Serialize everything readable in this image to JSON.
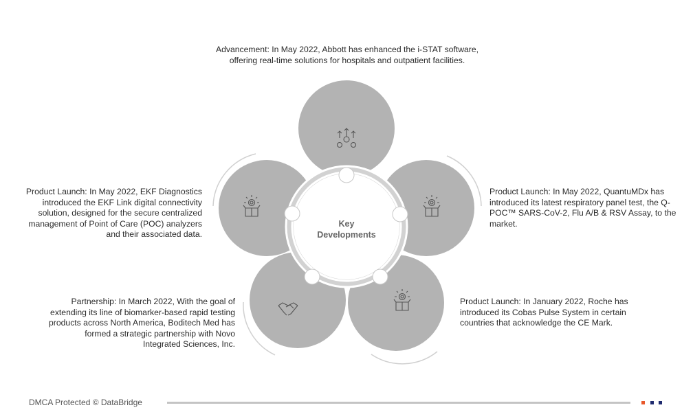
{
  "center": {
    "title_line1": "Key",
    "title_line2": "Developments"
  },
  "developments": [
    {
      "id": "top",
      "icon": "growth-gears-icon",
      "text": "Advancement: In May 2022, Abbott has enhanced the i-STAT software, offering real-time solutions for hospitals and outpatient facilities."
    },
    {
      "id": "right",
      "icon": "product-box-bulb-icon",
      "text": "Product Launch: In May 2022, QuantuMDx has introduced its latest respiratory panel test, the Q-POC™ SARS-CoV-2, Flu A/B & RSV Assay, to the market."
    },
    {
      "id": "bottom-right",
      "icon": "product-box-bulb-icon",
      "text": "Product Launch: In January 2022, Roche has introduced its Cobas Pulse System in certain countries that acknowledge the CE Mark."
    },
    {
      "id": "bottom-left",
      "icon": "handshake-icon",
      "text": "Partnership: In March 2022, With the goal of extending its line of biomarker-based rapid testing products across North America, Boditech Med has formed a strategic partnership with Novo Integrated Sciences, Inc."
    },
    {
      "id": "left",
      "icon": "product-box-bulb-icon",
      "text": "Product Launch: In May 2022, EKF Diagnostics introduced the EKF Link digital connectivity solution, designed for the secure centralized management of Point of Care (POC) analyzers and their associated data."
    }
  ],
  "footer": {
    "text": "DMCA Protected © DataBridge"
  },
  "colors": {
    "circle": "#b3b3b3",
    "ring": "#d2d2d2",
    "accent_orange": "#e8572a",
    "accent_navy": "#1e2a6e"
  }
}
